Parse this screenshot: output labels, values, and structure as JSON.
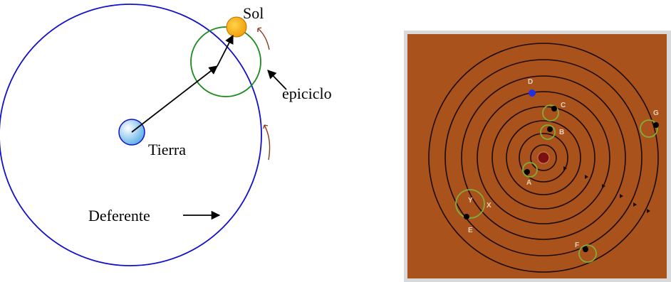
{
  "left_diagram": {
    "labels": {
      "sol": "Sol",
      "epiciclo": "epiciclo",
      "tierra": "Tierra",
      "deferente": "Deferente"
    },
    "colors": {
      "deferent": "#1010cc",
      "epicycle": "#1a8a1a",
      "earth": "#7cc4f0",
      "sun": "#f2a800",
      "motion_arrow": "#8b3a1a"
    }
  },
  "right_diagram": {
    "planet_labels": {
      "a": "A",
      "b": "B",
      "c": "C",
      "d": "D",
      "e": "E",
      "f": "F",
      "g": "G",
      "x": "X",
      "y": "Y"
    },
    "colors": {
      "background": "#a9521c",
      "orbits": "#1a0a05",
      "epicycles": "#7fae3a",
      "center": "#7a1010",
      "marker_d": "#2030e0"
    }
  }
}
